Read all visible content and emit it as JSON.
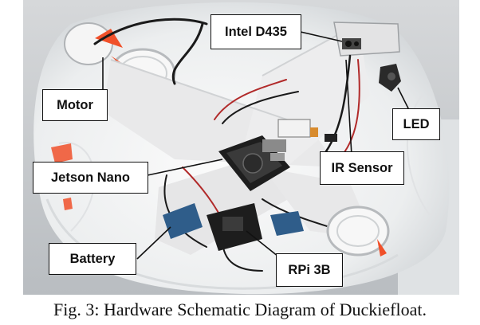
{
  "labels": {
    "intel": "Intel D435",
    "motor": "Motor",
    "led": "LED",
    "ir_sensor": "IR Sensor",
    "jetson": "Jetson Nano",
    "battery": "Battery",
    "rpi": "RPi 3B"
  },
  "caption": "Fig. 3: Hardware Schematic Diagram of Duckiefloat.",
  "colors": {
    "balloon": "#f2f2f2",
    "frame": "#e8e8e8",
    "propeller": "#f0502a",
    "board": "#222222",
    "label_border": "#111111"
  }
}
